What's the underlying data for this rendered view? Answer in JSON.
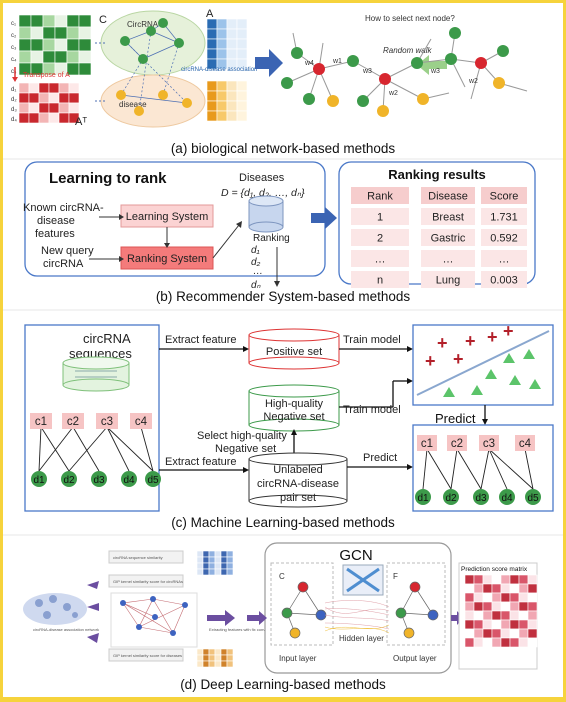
{
  "captions": {
    "a": "(a) biological network-based methods",
    "b": "(b) Recommender System-based methods",
    "c": "(c) Machine Learning-based methods",
    "d": "(d) Deep Learning-based methods"
  },
  "panel_a": {
    "matrix_c_label": "C",
    "matrix_a_label": "A",
    "matrix_at_label": "Aᵀ",
    "circrna_label": "CircRNA",
    "disease_label": "disease",
    "association_label": "circRNA-disease association",
    "transpose_label": "Transpose of A",
    "question": "How to select next node?",
    "random_walk": "Random walk",
    "row_c": [
      "c₁",
      "c₂",
      "c₃",
      "c₄",
      "c₅"
    ],
    "row_d": [
      "d₁",
      "d₂",
      "d₃",
      "d₄"
    ],
    "weights": [
      "w4",
      "w1",
      "w3",
      "w2",
      "w3",
      "w2"
    ]
  },
  "panel_b": {
    "ltr_title": "Learning to rank",
    "known_line1": "Known circRNA-",
    "known_line2": "disease",
    "known_line3": "features",
    "query_line1": "New query",
    "query_line2": "circRNA",
    "learning_system": "Learning System",
    "ranking_system": "Ranking System",
    "diseases_label": "Diseases",
    "diseases_set": "D = {d₁, d₂, …, dₙ}",
    "ranking_label": "Ranking",
    "rank_items": [
      "d₁",
      "d₂",
      "…",
      "dₙ"
    ],
    "results_title": "Ranking results",
    "headers": [
      "Rank",
      "Disease",
      "Score"
    ],
    "rows": [
      [
        "1",
        "Breast",
        "1.731"
      ],
      [
        "2",
        "Gastric",
        "0.592"
      ],
      [
        "…",
        "…",
        "…"
      ],
      [
        "n",
        "Lung",
        "0.003"
      ]
    ]
  },
  "panel_c": {
    "seq_title": "circRNA",
    "seq_sub": "sequences",
    "extract1": "Extract feature",
    "extract2": "Extract feature",
    "positive": "Positive set",
    "train1": "Train model",
    "train2": "Train model",
    "hq1": "High-quality",
    "hq2": "Negative set",
    "select1": "Select high-quality",
    "select2": "Negative set",
    "unlab1": "Unlabeled",
    "unlab2": "circRNA-disease",
    "unlab3": "pair set",
    "predict_mid": "Predict",
    "predict_top": "Predict",
    "c_nodes": [
      "c1",
      "c2",
      "c3",
      "c4"
    ],
    "d_nodes": [
      "d1",
      "d2",
      "d3",
      "d4",
      "d5"
    ]
  },
  "panel_d": {
    "gcn": "GCN",
    "input_layer": "Input layer",
    "hidden_layer": "Hidden layer",
    "output_layer": "Output layer",
    "pred_matrix": "Prediction score matrix",
    "c_letter": "C",
    "f_letter": "F",
    "small1": "circRNA sequence similarity",
    "small2": "GIP kernel similarity score for circRNAs",
    "small3": "GIP kernel similarity score for diseases",
    "small4": "circRNA-disease association network",
    "small5": "Extracting features with fix convolution"
  }
}
